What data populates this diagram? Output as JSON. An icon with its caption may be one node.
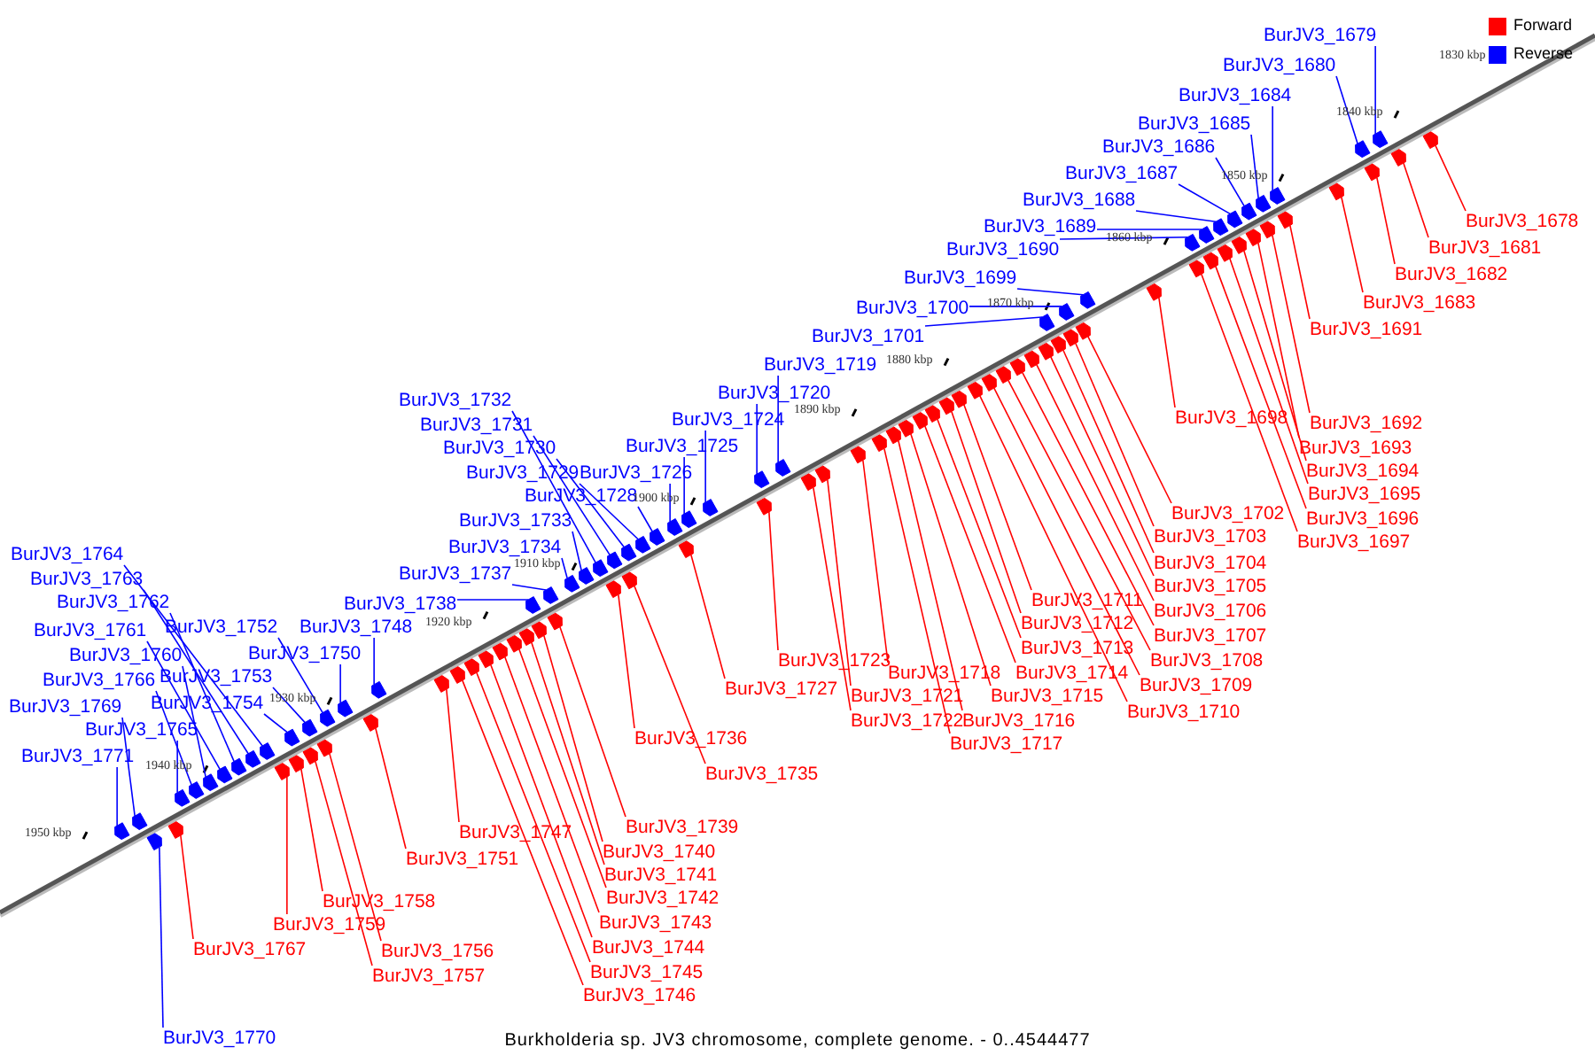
{
  "diagram": {
    "caption": "Burkholderia sp. JV3 chromosome, complete genome. - 0..4544477",
    "nodes": [
      {
        "text": [
          "BurJV3_1679"
        ]
      },
      {
        "text": [
          "BurJV3_1680"
        ]
      },
      {
        "text": [
          "BurJV3_1684"
        ]
      },
      {
        "text": [
          "BurJV3_1685"
        ]
      },
      {
        "text": [
          "BurJV3_1686"
        ]
      },
      {
        "text": [
          "BurJV3_1687"
        ]
      },
      {
        "text": [
          "BurJV3_1688"
        ]
      },
      {
        "text": [
          "BurJV3_1689"
        ]
      },
      {
        "text": [
          "BurJV3_1690"
        ]
      },
      {
        "text": [
          "BurJV3_1699"
        ]
      },
      {
        "text": [
          "BurJV3_1700"
        ]
      },
      {
        "text": [
          "BurJV3_1701"
        ]
      },
      {
        "text": [
          "BurJV3_1719"
        ]
      },
      {
        "text": [
          "BurJV3_1720"
        ]
      },
      {
        "text": [
          "BurJV3_1724"
        ]
      },
      {
        "text": [
          "BurJV3_1725"
        ]
      },
      {
        "text": [
          "BurJV3_1726"
        ]
      },
      {
        "text": [
          "BurJV3_1728"
        ]
      },
      {
        "text": [
          "BurJV3_1729"
        ]
      },
      {
        "text": [
          "BurJV3_1730"
        ]
      },
      {
        "text": [
          "BurJV3_1731"
        ]
      },
      {
        "text": [
          "BurJV3_1732"
        ]
      },
      {
        "text": [
          "BurJV3_1733"
        ]
      },
      {
        "text": [
          "BurJV3_1734"
        ]
      },
      {
        "text": [
          "BurJV3_1737"
        ]
      },
      {
        "text": [
          "BurJV3_1738"
        ]
      },
      {
        "text": [
          "BurJV3_1748"
        ]
      },
      {
        "text": [
          "BurJV3_1750"
        ]
      },
      {
        "text": [
          "BurJV3_1752"
        ]
      },
      {
        "text": [
          "BurJV3_1753"
        ]
      },
      {
        "text": [
          "BurJV3_1754"
        ]
      },
      {
        "text": [
          "BurJV3_1764"
        ]
      },
      {
        "text": [
          "BurJV3_1763"
        ]
      },
      {
        "text": [
          "BurJV3_1762"
        ]
      },
      {
        "text": [
          "BurJV3_1761"
        ]
      },
      {
        "text": [
          "BurJV3_1760"
        ]
      },
      {
        "text": [
          "BurJV3_1766"
        ]
      },
      {
        "text": [
          "BurJV3_1769"
        ]
      },
      {
        "text": [
          "BurJV3_1765"
        ]
      },
      {
        "text": [
          "BurJV3_1771"
        ]
      },
      {
        "text": [
          "BurJV3_1770"
        ]
      },
      {
        "text": [
          "BurJV3_1678"
        ]
      },
      {
        "text": [
          "BurJV3_1681"
        ]
      },
      {
        "text": [
          "BurJV3_1682"
        ]
      },
      {
        "text": [
          "BurJV3_1683"
        ]
      },
      {
        "text": [
          "BurJV3_1691"
        ]
      },
      {
        "text": [
          "BurJV3_1692"
        ]
      },
      {
        "text": [
          "BurJV3_1693"
        ]
      },
      {
        "text": [
          "BurJV3_1694"
        ]
      },
      {
        "text": [
          "BurJV3_1695"
        ]
      },
      {
        "text": [
          "BurJV3_1696"
        ]
      },
      {
        "text": [
          "BurJV3_1697"
        ]
      },
      {
        "text": [
          "BurJV3_1698"
        ]
      },
      {
        "text": [
          "BurJV3_1702"
        ]
      },
      {
        "text": [
          "BurJV3_1703"
        ]
      },
      {
        "text": [
          "BurJV3_1704"
        ]
      },
      {
        "text": [
          "BurJV3_1705"
        ]
      },
      {
        "text": [
          "BurJV3_1706"
        ]
      },
      {
        "text": [
          "BurJV3_1707"
        ]
      },
      {
        "text": [
          "BurJV3_1708"
        ]
      },
      {
        "text": [
          "BurJV3_1709"
        ]
      },
      {
        "text": [
          "BurJV3_1710"
        ]
      },
      {
        "text": [
          "BurJV3_1711"
        ]
      },
      {
        "text": [
          "BurJV3_1712"
        ]
      },
      {
        "text": [
          "BurJV3_1713"
        ]
      },
      {
        "text": [
          "BurJV3_1714"
        ]
      },
      {
        "text": [
          "BurJV3_1715"
        ]
      },
      {
        "text": [
          "BurJV3_1716"
        ]
      },
      {
        "text": [
          "BurJV3_1717"
        ]
      },
      {
        "text": [
          "BurJV3_1718"
        ]
      },
      {
        "text": [
          "BurJV3_1721"
        ]
      },
      {
        "text": [
          "BurJV3_1722"
        ]
      },
      {
        "text": [
          "BurJV3_1723"
        ]
      },
      {
        "text": [
          "BurJV3_1727"
        ]
      },
      {
        "text": [
          "BurJV3_1736"
        ]
      },
      {
        "text": [
          "BurJV3_1735"
        ]
      },
      {
        "text": [
          "BurJV3_1739"
        ]
      },
      {
        "text": [
          "BurJV3_1740"
        ]
      },
      {
        "text": [
          "BurJV3_1741"
        ]
      },
      {
        "text": [
          "BurJV3_1742"
        ]
      },
      {
        "text": [
          "BurJV3_1743"
        ]
      },
      {
        "text": [
          "BurJV3_1744"
        ]
      },
      {
        "text": [
          "BurJV3_1745"
        ]
      },
      {
        "text": [
          "BurJV3_1746"
        ]
      },
      {
        "text": [
          "BurJV3_1747"
        ]
      },
      {
        "text": [
          "BurJV3_1751"
        ]
      },
      {
        "text": [
          "BurJV3_1758"
        ]
      },
      {
        "text": [
          "BurJV3_1759"
        ]
      },
      {
        "text": [
          "BurJV3_1756"
        ]
      },
      {
        "text": [
          "BurJV3_1757"
        ]
      },
      {
        "text": [
          "BurJV3_1767"
        ]
      },
      {
        "text": [],
        "shape": "arrow"
      },
      {
        "text": [],
        "shape": "arrow"
      },
      {
        "text": [],
        "shape": "arrow"
      },
      {
        "text": [],
        "shape": "arrow"
      },
      {
        "text": [],
        "shape": "arrow"
      },
      {
        "text": [],
        "shape": "arrow"
      },
      {
        "text": [],
        "shape": "arrow"
      },
      {
        "text": [],
        "shape": "arrow"
      },
      {
        "text": [],
        "shape": "arrow"
      },
      {
        "text": [],
        "shape": "arrow"
      },
      {
        "text": [],
        "shape": "arrow"
      },
      {
        "text": [],
        "shape": "arrow"
      },
      {
        "text": [],
        "shape": "arrow"
      },
      {
        "text": [],
        "shape": "arrow"
      },
      {
        "text": [],
        "shape": "arrow"
      },
      {
        "text": [],
        "shape": "arrow"
      },
      {
        "text": [],
        "shape": "arrow"
      },
      {
        "text": [],
        "shape": "arrow"
      },
      {
        "text": [],
        "shape": "arrow"
      },
      {
        "text": [],
        "shape": "arrow"
      },
      {
        "text": [],
        "shape": "arrow"
      },
      {
        "text": [],
        "shape": "arrow"
      },
      {
        "text": [],
        "shape": "arrow"
      },
      {
        "text": [],
        "shape": "arrow"
      },
      {
        "text": [],
        "shape": "arrow"
      },
      {
        "text": [],
        "shape": "arrow"
      },
      {
        "text": [],
        "shape": "arrow"
      },
      {
        "text": [],
        "shape": "arrow"
      },
      {
        "text": [],
        "shape": "arrow"
      },
      {
        "text": [],
        "shape": "arrow"
      },
      {
        "text": [],
        "shape": "arrow"
      },
      {
        "text": [],
        "shape": "arrow"
      },
      {
        "text": [],
        "shape": "arrow"
      },
      {
        "text": [],
        "shape": "arrow"
      },
      {
        "text": [],
        "shape": "arrow"
      },
      {
        "text": [],
        "shape": "arrow"
      },
      {
        "text": [],
        "shape": "arrow"
      },
      {
        "text": [],
        "shape": "arrow"
      },
      {
        "text": [],
        "shape": "arrow"
      },
      {
        "text": [],
        "shape": "arrow"
      },
      {
        "text": [],
        "shape": "arrow"
      },
      {
        "text": [],
        "shape": "arrow"
      },
      {
        "text": [],
        "shape": "arrow"
      },
      {
        "text": [],
        "shape": "arrow"
      },
      {
        "text": [],
        "shape": "arrow"
      },
      {
        "text": [],
        "shape": "arrow"
      },
      {
        "text": [],
        "shape": "arrow"
      },
      {
        "text": [],
        "shape": "arrow"
      },
      {
        "text": [],
        "shape": "arrow"
      },
      {
        "text": [],
        "shape": "arrow"
      },
      {
        "text": [],
        "shape": "arrow"
      },
      {
        "text": [],
        "shape": "arrow"
      },
      {
        "text": [],
        "shape": "arrow"
      },
      {
        "text": [],
        "shape": "arrow"
      },
      {
        "text": [],
        "shape": "arrow"
      },
      {
        "text": [],
        "shape": "arrow"
      },
      {
        "text": [],
        "shape": "arrow"
      },
      {
        "text": [],
        "shape": "arrow"
      },
      {
        "text": [],
        "shape": "arrow"
      },
      {
        "text": [],
        "shape": "arrow"
      },
      {
        "text": [],
        "shape": "arrow"
      },
      {
        "text": [],
        "shape": "arrow"
      },
      {
        "text": [],
        "shape": "arrow"
      },
      {
        "text": [],
        "shape": "arrow"
      },
      {
        "text": [],
        "shape": "arrow"
      },
      {
        "text": [],
        "shape": "arrow"
      },
      {
        "text": [],
        "shape": "arrow"
      },
      {
        "text": [],
        "shape": "arrow"
      },
      {
        "text": [],
        "shape": "arrow"
      },
      {
        "text": [],
        "shape": "arrow"
      },
      {
        "text": [],
        "shape": "arrow"
      },
      {
        "text": [],
        "shape": "arrow"
      },
      {
        "text": [],
        "shape": "arrow"
      },
      {
        "text": [],
        "shape": "arrow"
      },
      {
        "text": [],
        "shape": "arrow"
      },
      {
        "text": [],
        "shape": "arrow"
      },
      {
        "text": [],
        "shape": "arrow"
      },
      {
        "text": [],
        "shape": "arrow"
      },
      {
        "text": [],
        "shape": "arrow"
      },
      {
        "text": [],
        "shape": "arrow"
      },
      {
        "text": [],
        "shape": "arrow"
      },
      {
        "text": [],
        "shape": "arrow"
      },
      {
        "text": [],
        "shape": "arrow"
      },
      {
        "text": [],
        "shape": "arrow"
      },
      {
        "text": [],
        "shape": "arrow"
      },
      {
        "text": [],
        "shape": "arrow"
      },
      {
        "text": [],
        "shape": "arrow"
      },
      {
        "text": [],
        "shape": "arrow"
      },
      {
        "text": [],
        "shape": "arrow"
      },
      {
        "text": [],
        "shape": "arrow"
      },
      {
        "text": [],
        "shape": "arrow"
      }
    ],
    "edges": [
      {
        "from": 0,
        "to": 91,
        "arrow": "none",
        "color": "#0000ff"
      },
      {
        "from": 1,
        "to": 92,
        "arrow": "none",
        "color": "#0000ff"
      },
      {
        "from": 2,
        "to": 93,
        "arrow": "none",
        "color": "#0000ff"
      },
      {
        "from": 3,
        "to": 94,
        "arrow": "none",
        "color": "#0000ff"
      },
      {
        "from": 4,
        "to": 95,
        "arrow": "none",
        "color": "#0000ff"
      },
      {
        "from": 5,
        "to": 96,
        "arrow": "none",
        "color": "#0000ff"
      },
      {
        "from": 6,
        "to": 97,
        "arrow": "none",
        "color": "#0000ff"
      },
      {
        "from": 7,
        "to": 98,
        "arrow": "none",
        "color": "#0000ff"
      },
      {
        "from": 8,
        "to": 99,
        "arrow": "none",
        "color": "#0000ff"
      },
      {
        "from": 9,
        "to": 100,
        "arrow": "none",
        "color": "#0000ff"
      },
      {
        "from": 10,
        "to": 101,
        "arrow": "none",
        "color": "#0000ff"
      },
      {
        "from": 11,
        "to": 102,
        "arrow": "none",
        "color": "#0000ff"
      },
      {
        "from": 12,
        "to": 103,
        "arrow": "none",
        "color": "#0000ff"
      },
      {
        "from": 13,
        "to": 104,
        "arrow": "none",
        "color": "#0000ff"
      },
      {
        "from": 14,
        "to": 105,
        "arrow": "none",
        "color": "#0000ff"
      },
      {
        "from": 15,
        "to": 106,
        "arrow": "none",
        "color": "#0000ff"
      },
      {
        "from": 16,
        "to": 107,
        "arrow": "none",
        "color": "#0000ff"
      },
      {
        "from": 17,
        "to": 108,
        "arrow": "none",
        "color": "#0000ff"
      },
      {
        "from": 18,
        "to": 109,
        "arrow": "none",
        "color": "#0000ff"
      },
      {
        "from": 19,
        "to": 110,
        "arrow": "none",
        "color": "#0000ff"
      },
      {
        "from": 20,
        "to": 111,
        "arrow": "none",
        "color": "#0000ff"
      },
      {
        "from": 21,
        "to": 112,
        "arrow": "none",
        "color": "#0000ff"
      },
      {
        "from": 22,
        "to": 113,
        "arrow": "none",
        "color": "#0000ff"
      },
      {
        "from": 23,
        "to": 114,
        "arrow": "none",
        "color": "#0000ff"
      },
      {
        "from": 24,
        "to": 115,
        "arrow": "none",
        "color": "#0000ff"
      },
      {
        "from": 25,
        "to": 116,
        "arrow": "none",
        "color": "#0000ff"
      },
      {
        "from": 26,
        "to": 117,
        "arrow": "none",
        "color": "#0000ff"
      },
      {
        "from": 27,
        "to": 118,
        "arrow": "none",
        "color": "#0000ff"
      },
      {
        "from": 28,
        "to": 119,
        "arrow": "none",
        "color": "#0000ff"
      },
      {
        "from": 29,
        "to": 120,
        "arrow": "none",
        "color": "#0000ff"
      },
      {
        "from": 30,
        "to": 121,
        "arrow": "none",
        "color": "#0000ff"
      },
      {
        "from": 31,
        "to": 122,
        "arrow": "none",
        "color": "#0000ff"
      },
      {
        "from": 32,
        "to": 123,
        "arrow": "none",
        "color": "#0000ff"
      },
      {
        "from": 33,
        "to": 124,
        "arrow": "none",
        "color": "#0000ff"
      },
      {
        "from": 34,
        "to": 125,
        "arrow": "none",
        "color": "#0000ff"
      },
      {
        "from": 35,
        "to": 126,
        "arrow": "none",
        "color": "#0000ff"
      },
      {
        "from": 36,
        "to": 127,
        "arrow": "none",
        "color": "#0000ff"
      },
      {
        "from": 37,
        "to": 128,
        "arrow": "none",
        "color": "#0000ff"
      },
      {
        "from": 38,
        "to": 129,
        "arrow": "none",
        "color": "#0000ff"
      },
      {
        "from": 39,
        "to": 130,
        "arrow": "none",
        "color": "#0000ff"
      },
      {
        "from": 40,
        "to": 131,
        "arrow": "none",
        "color": "#0000ff"
      },
      {
        "from": 41,
        "to": 132,
        "arrow": "none"
      },
      {
        "from": 42,
        "to": 133,
        "arrow": "none"
      },
      {
        "from": 43,
        "to": 134,
        "arrow": "none"
      },
      {
        "from": 44,
        "to": 135,
        "arrow": "none"
      },
      {
        "from": 45,
        "to": 136,
        "arrow": "none"
      },
      {
        "from": 46,
        "to": 137,
        "arrow": "none"
      },
      {
        "from": 47,
        "to": 138,
        "arrow": "none"
      },
      {
        "from": 48,
        "to": 139,
        "arrow": "none"
      },
      {
        "from": 49,
        "to": 140,
        "arrow": "none"
      },
      {
        "from": 50,
        "to": 141,
        "arrow": "none"
      },
      {
        "from": 51,
        "to": 142,
        "arrow": "none"
      },
      {
        "from": 52,
        "to": 143,
        "arrow": "none"
      },
      {
        "from": 53,
        "to": 144,
        "arrow": "none"
      },
      {
        "from": 54,
        "to": 145,
        "arrow": "none"
      },
      {
        "from": 55,
        "to": 146,
        "arrow": "none"
      },
      {
        "from": 56,
        "to": 147,
        "arrow": "none"
      },
      {
        "from": 57,
        "to": 148,
        "arrow": "none"
      },
      {
        "from": 58,
        "to": 149,
        "arrow": "none"
      },
      {
        "from": 59,
        "to": 150,
        "arrow": "none"
      },
      {
        "from": 60,
        "to": 151,
        "arrow": "none"
      },
      {
        "from": 61,
        "to": 152,
        "arrow": "none"
      },
      {
        "from": 62,
        "to": 153,
        "arrow": "none"
      },
      {
        "from": 63,
        "to": 154,
        "arrow": "none"
      },
      {
        "from": 64,
        "to": 155,
        "arrow": "none"
      },
      {
        "from": 65,
        "to": 156,
        "arrow": "none"
      },
      {
        "from": 66,
        "to": 157,
        "arrow": "none"
      },
      {
        "from": 67,
        "to": 158,
        "arrow": "none"
      },
      {
        "from": 68,
        "to": 159,
        "arrow": "none"
      },
      {
        "from": 69,
        "to": 160,
        "arrow": "none"
      },
      {
        "from": 70,
        "to": 161,
        "arrow": "none"
      },
      {
        "from": 71,
        "to": 162,
        "arrow": "none"
      },
      {
        "from": 72,
        "to": 163,
        "arrow": "none"
      },
      {
        "from": 73,
        "to": 164,
        "arrow": "none"
      },
      {
        "from": 74,
        "to": 165,
        "arrow": "none"
      },
      {
        "from": 75,
        "to": 166,
        "arrow": "none"
      },
      {
        "from": 76,
        "to": 167,
        "arrow": "none"
      },
      {
        "from": 77,
        "to": 168,
        "arrow": "none"
      },
      {
        "from": 78,
        "to": 169,
        "arrow": "none"
      },
      {
        "from": 79,
        "to": 170,
        "arrow": "none"
      },
      {
        "from": 80,
        "to": 171,
        "arrow": "none"
      },
      {
        "from": 81,
        "to": 172,
        "arrow": "none"
      },
      {
        "from": 82,
        "to": 173,
        "arrow": "none"
      },
      {
        "from": 83,
        "to": 174,
        "arrow": "none"
      },
      {
        "from": 84,
        "to": 175,
        "arrow": "none"
      },
      {
        "from": 85,
        "to": 176,
        "arrow": "none"
      },
      {
        "from": 86,
        "to": 177,
        "arrow": "none"
      },
      {
        "from": 87,
        "to": 178,
        "arrow": "none"
      },
      {
        "from": 88,
        "to": 179,
        "arrow": "none"
      },
      {
        "from": 89,
        "to": 180,
        "arrow": "none"
      },
      {
        "from": 90,
        "to": 181,
        "arrow": "none"
      }
    ],
    "labels": [
      "1830 kbp",
      "1840 kbp",
      "1850 kbp",
      "1860 kbp",
      "1870 kbp",
      "1880 kbp",
      "1890 kbp",
      "1900 kbp",
      "1910 kbp",
      "1920 kbp",
      "1930 kbp",
      "1940 kbp",
      "1950 kbp"
    ],
    "legend": [
      {
        "text": "Forward",
        "color": "#ff0000"
      },
      {
        "text": "Reverse",
        "color": "#0000ff"
      }
    ]
  }
}
